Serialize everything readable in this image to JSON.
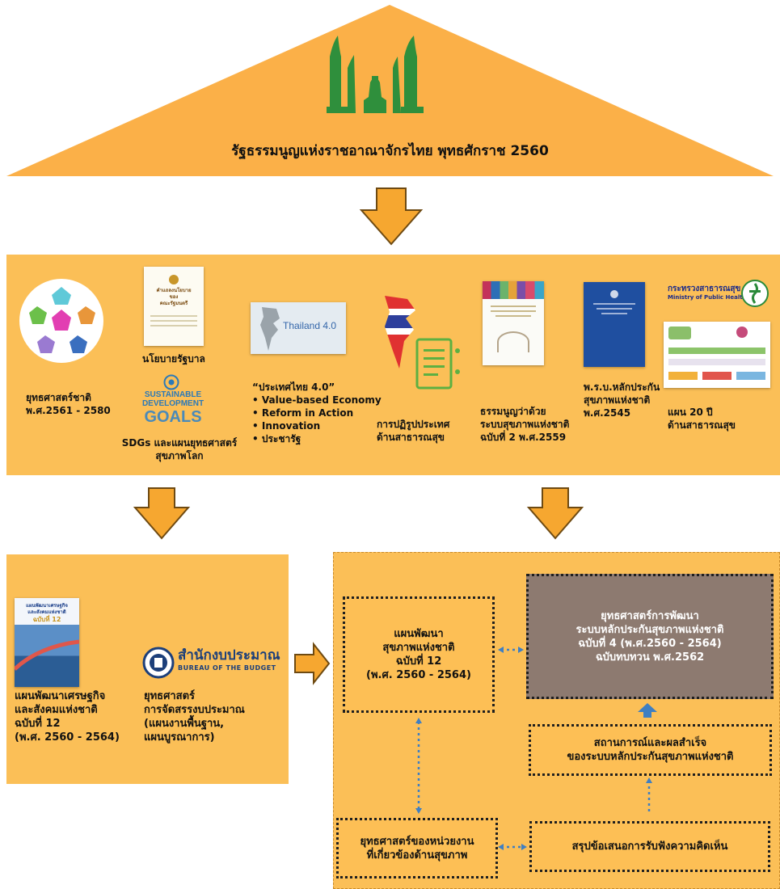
{
  "roof": {
    "title": "รัฐธรรมนูญแห่งราชอาณาจักรไทย พุทธศักราช 2560",
    "roof_color": "#fbb048",
    "monument_color": "#2f8f3c"
  },
  "middle_panel": {
    "items": [
      {
        "label_lines": [
          "ยุทธศาสตร์ชาติ",
          "พ.ศ.2561 - 2580"
        ]
      },
      {
        "label_lines": [
          "นโยบายรัฐบาล"
        ],
        "doc_lines": [
          "คำแถลงนโยบาย",
          "ของ",
          "คณะรัฐมนตรี"
        ]
      },
      {
        "sdg_lines": [
          "SUSTAINABLE",
          "DEVELOPMENT",
          "GOALS"
        ],
        "label_lines": [
          "SDGs และแผนยุทธศาสตร์",
          "สุขภาพโลก"
        ]
      },
      {
        "thumb_text": "Thailand 4.0",
        "label_lines": [
          "“ประเทศไทย 4.0”",
          "• Value-based Economy",
          "• Reform in Action",
          "• Innovation",
          "• ประชารัฐ"
        ]
      },
      {
        "label_lines": [
          "การปฏิรูปประเทศ",
          "ด้านสาธารณสุข"
        ]
      },
      {
        "label_lines": [
          "ธรรมนูญว่าด้วย",
          "ระบบสุขภาพแห่งชาติ",
          "ฉบับที่ 2 พ.ศ.2559"
        ]
      },
      {
        "label_lines": [
          "พ.ร.บ.หลักประกัน",
          "สุขภาพแห่งชาติ",
          "พ.ศ.2545"
        ]
      },
      {
        "moph_lines": [
          "กระทรวงสาธารณสุข",
          "Ministry of Public Health"
        ],
        "label_lines": [
          "แผน 20 ปี",
          "ด้านสาธารณสุข"
        ]
      }
    ]
  },
  "left_panel": {
    "plan_cover_lines": [
      "แผนพัฒนาเศรษฐกิจ",
      "และสังคมแห่งชาติ",
      "ฉบับที่ 12"
    ],
    "plan_lines": [
      "แผนพัฒนาเศรษฐกิจ",
      "และสังคมแห่งชาติ",
      "ฉบับที่ 12",
      "(พ.ศ. 2560 - 2564)"
    ],
    "budget_logo_th": "สำนักงบประมาณ",
    "budget_logo_en": "BUREAU OF THE BUDGET",
    "budget_lines": [
      "ยุทธศาสตร์",
      "การจัดสรรงบประมาณ",
      "(แผนงานพื้นฐาน,",
      "แผนบูรณาการ)"
    ]
  },
  "right_panel": {
    "health_plan_lines": [
      "แผนพัฒนา",
      "สุขภาพแห่งชาติ",
      "ฉบับที่ 12",
      "(พ.ศ. 2560 - 2564)"
    ],
    "strategy_lines": [
      "ยุทธศาสตร์การพัฒนา",
      "ระบบหลักประกันสุขภาพแห่งชาติ",
      "ฉบับที่ 4 (พ.ศ.2560 - 2564)",
      "ฉบับทบทวน พ.ศ.2562"
    ],
    "situation_lines": [
      "สถานการณ์และผลสำเร็จ",
      "ของระบบหลักประกันสุขภาพแห่งชาติ"
    ],
    "agency_lines": [
      "ยุทธศาสตร์ของหน่วยงาน",
      "ที่เกี่ยวข้องด้านสุขภาพ"
    ],
    "summary_lines": [
      "สรุปข้อเสนอการรับฟังความคิดเห็น"
    ]
  }
}
